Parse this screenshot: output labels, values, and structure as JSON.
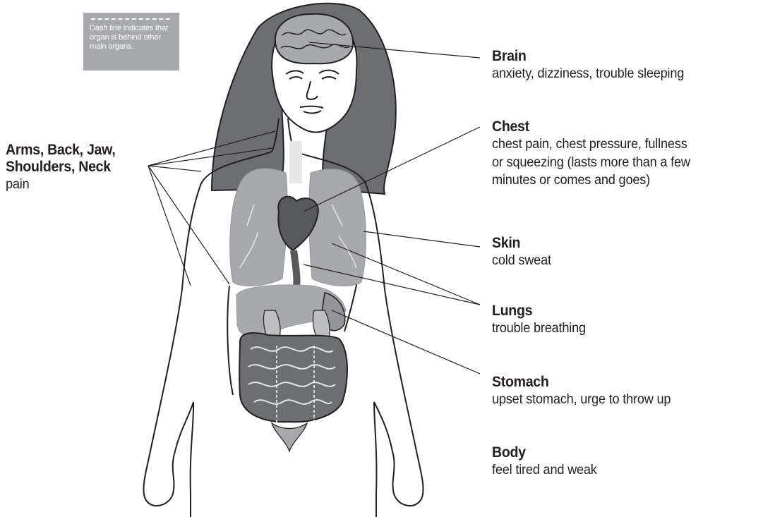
{
  "legend": {
    "text": "Dash line indicates that organ is behind other main organs."
  },
  "labels": {
    "arms": {
      "title": "Arms, Back, Jaw,",
      "title2": "Shoulders, Neck",
      "desc": "pain"
    },
    "brain": {
      "title": "Brain",
      "desc": "anxiety, dizziness, trouble sleeping"
    },
    "chest": {
      "title": "Chest",
      "desc1": "chest pain, chest pressure, fullness",
      "desc2": "or squeezing (lasts more than a few",
      "desc3": "minutes or comes and goes)"
    },
    "skin": {
      "title": "Skin",
      "desc": "cold sweat"
    },
    "lungs": {
      "title": "Lungs",
      "desc": "trouble breathing"
    },
    "stomach": {
      "title": "Stomach",
      "desc": "upset stomach, urge to throw up"
    },
    "body": {
      "title": "Body",
      "desc": "feel tired and weak"
    }
  },
  "colors": {
    "hair": "#6d6e71",
    "outline": "#231f20",
    "organ_light": "#bcbec0",
    "organ_mid": "#939598",
    "organ_dark": "#58595b",
    "airway": "#e6e7e8",
    "legend_bg": "#a7a9ac"
  }
}
